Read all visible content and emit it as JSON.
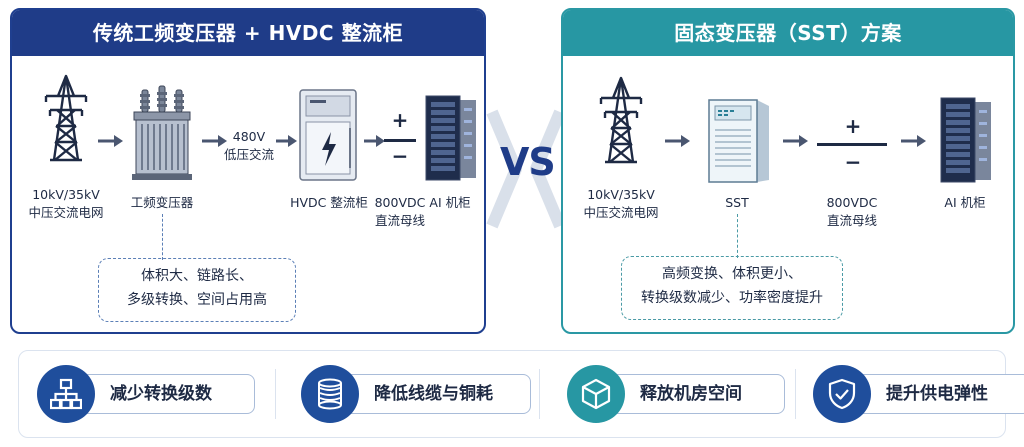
{
  "left": {
    "title": "传统工频变压器 + HVDC 整流柜",
    "grid_label_1": "10kV/35kV",
    "grid_label_2": "中压交流电网",
    "transformer_label": "工频变压器",
    "lv_label_1": "480V",
    "lv_label_2": "低压交流",
    "rectifier_label": "HVDC 整流柜",
    "bus_label_1": "800VDC",
    "bus_label_2": "直流母线",
    "rack_label": "AI 机柜",
    "note_1": "体积大、链路长、",
    "note_2": "多级转换、空间占用高"
  },
  "vs": "VS",
  "right": {
    "title": "固态变压器（SST）方案",
    "grid_label_1": "10kV/35kV",
    "grid_label_2": "中压交流电网",
    "sst_label": "SST",
    "bus_label_1": "800VDC",
    "bus_label_2": "直流母线",
    "rack_label": "AI 机柜",
    "note_1": "高频变换、体积更小、",
    "note_2": "转换级数减少、功率密度提升"
  },
  "bus_symbols": {
    "plus": "+",
    "minus": "−"
  },
  "benefits": [
    {
      "label": "减少转换级数",
      "icon": "hierarchy-icon",
      "color": "#1f4e9c"
    },
    {
      "label": "降低线缆与铜耗",
      "icon": "cable-reel-icon",
      "color": "#1f4e9c"
    },
    {
      "label": "释放机房空间",
      "icon": "cube-icon",
      "color": "#2797a3"
    },
    {
      "label": "提升供电弹性",
      "icon": "shield-check-icon",
      "color": "#1f4e9c"
    }
  ],
  "colors": {
    "navy": "#1f3c88",
    "teal": "#2797a3",
    "dark": "#1e2a44"
  }
}
